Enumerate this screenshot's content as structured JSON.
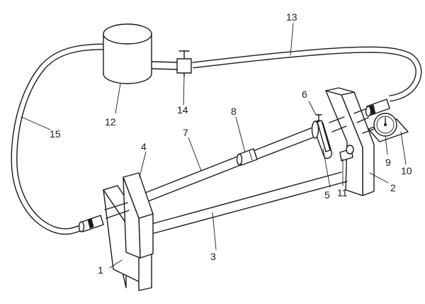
{
  "figure": {
    "labels": {
      "l1": "1",
      "l2": "2",
      "l3": "3",
      "l4": "4",
      "l5": "5",
      "l6": "6",
      "l7": "7",
      "l8": "8",
      "l9": "9",
      "l10": "10",
      "l11": "11",
      "l12": "12",
      "l13": "13",
      "l14": "14",
      "l15": "15"
    }
  }
}
